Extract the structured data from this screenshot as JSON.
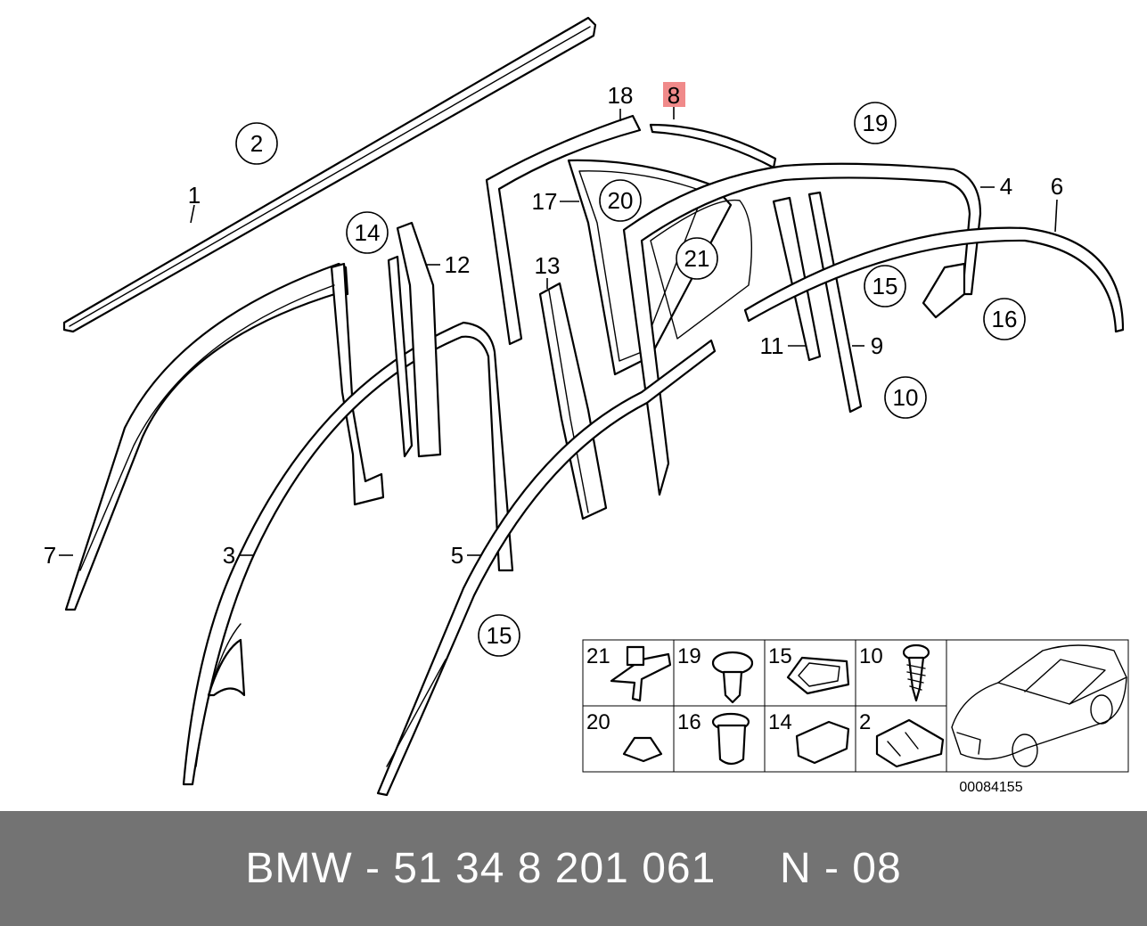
{
  "callouts": {
    "c1": "1",
    "c2": "2",
    "c3": "3",
    "c4": "4",
    "c5": "5",
    "c6": "6",
    "c7": "7",
    "c8": "8",
    "c9": "9",
    "c10": "10",
    "c11": "11",
    "c12": "12",
    "c13": "13",
    "c14": "14",
    "c15a": "15",
    "c15b": "15",
    "c16": "16",
    "c17": "17",
    "c18": "18",
    "c19": "19",
    "c20": "20",
    "c21": "21"
  },
  "highlight_color": "#f08a8a",
  "legend": {
    "cells": [
      "21",
      "19",
      "15",
      "10",
      "20",
      "16",
      "14",
      "2"
    ]
  },
  "diagram_number": "00084155",
  "footer": {
    "text": "BMW - 51 34 8 201 061     N - 08"
  }
}
